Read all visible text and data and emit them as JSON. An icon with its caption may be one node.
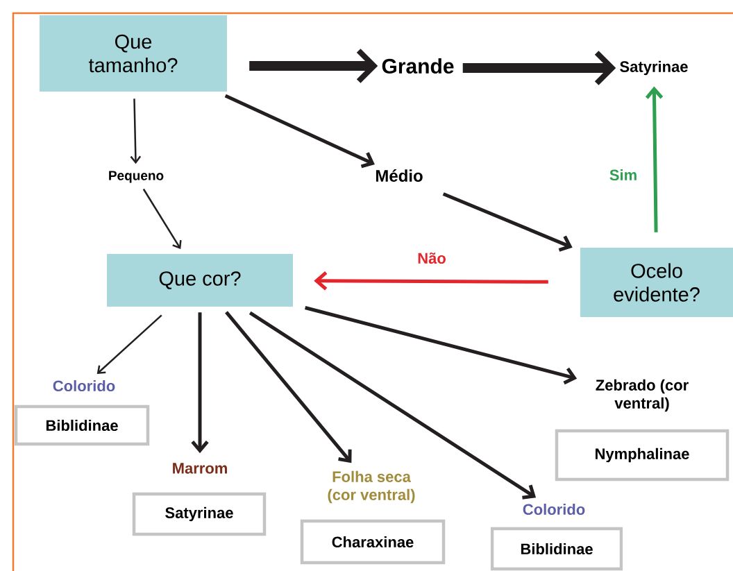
{
  "diagram": {
    "nodes": [
      {
        "text": [
          "Que tamanho?"
        ]
      },
      {
        "text": [
          "Grande"
        ]
      },
      {
        "text": [
          "Satyrinae"
        ]
      },
      {
        "text": [
          "Pequeno"
        ]
      },
      {
        "text": [
          "Médio"
        ]
      },
      {
        "text": [
          "Que cor?"
        ]
      },
      {
        "text": [
          "Ocelo evidente?"
        ]
      },
      {
        "text": [
          "Colorido",
          "Biblidinae"
        ]
      },
      {
        "text": [
          "Marrom",
          "Satyrinae"
        ]
      },
      {
        "text": [
          "Folha seca (cor ventral)",
          "Charaxinae"
        ]
      },
      {
        "text": [
          "Colorido",
          "Biblidinae"
        ]
      },
      {
        "text": [
          "Zebrado (cor ventral)",
          "Nymphalinae"
        ]
      }
    ],
    "edges": [
      {
        "from": 0,
        "to": 1,
        "arrow": "to",
        "style": "thick"
      },
      {
        "from": 1,
        "to": 2,
        "arrow": "to",
        "style": "thick"
      },
      {
        "from": 0,
        "to": 3,
        "arrow": "to"
      },
      {
        "from": 0,
        "to": 4,
        "arrow": "to"
      },
      {
        "from": 3,
        "to": 5,
        "arrow": "to"
      },
      {
        "from": 4,
        "to": 6,
        "arrow": "to"
      },
      {
        "from": 6,
        "to": 5,
        "arrow": "to",
        "label": "Não",
        "color": "#e3262b"
      },
      {
        "from": 6,
        "to": 2,
        "arrow": "to",
        "label": "Sim",
        "color": "#2e9e4f"
      },
      {
        "from": 5,
        "to": 7,
        "arrow": "to"
      },
      {
        "from": 5,
        "to": 8,
        "arrow": "to"
      },
      {
        "from": 5,
        "to": 9,
        "arrow": "to"
      },
      {
        "from": 5,
        "to": 10,
        "arrow": "to"
      },
      {
        "from": 5,
        "to": 11,
        "arrow": "to"
      }
    ]
  }
}
